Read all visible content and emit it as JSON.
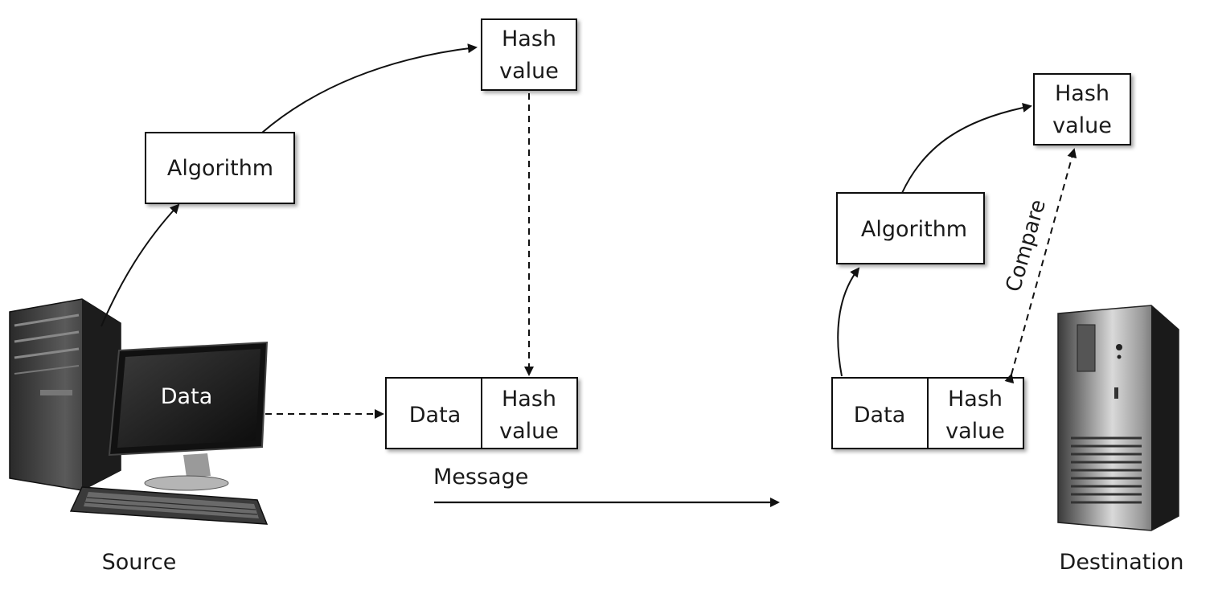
{
  "source": {
    "caption": "Source",
    "screen_label": "Data",
    "algorithm_label": "Algorithm",
    "hash_line1": "Hash",
    "hash_line2": "value"
  },
  "message": {
    "data_label": "Data",
    "hash_line1": "Hash",
    "hash_line2": "value",
    "caption": "Message"
  },
  "destination": {
    "caption": "Destination",
    "algorithm_label": "Algorithm",
    "hash_line1": "Hash",
    "hash_line2": "value",
    "data_label": "Data",
    "msg_hash_line1": "Hash",
    "msg_hash_line2": "value",
    "compare_label": "Compare"
  }
}
